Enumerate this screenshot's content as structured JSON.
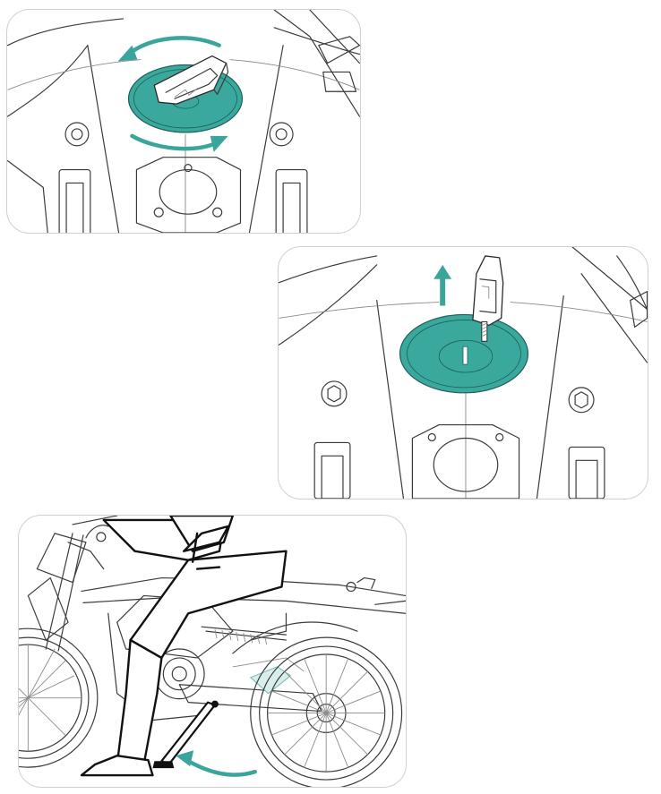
{
  "colors": {
    "accent_teal": "#3aa59a",
    "cap_teal": "#3aa89c",
    "line": "#3a3a3a",
    "panel_border": "#d0d0d0"
  },
  "panels": [
    {
      "id": "step-1",
      "depicts": "cap-rotation",
      "arrow_icon": "curved-rotate-arrows"
    },
    {
      "id": "step-2",
      "depicts": "cap-lift",
      "arrow_icon": "up-arrow"
    },
    {
      "id": "step-3",
      "depicts": "kickstand-kick",
      "arrow_icon": "curved-arrow-left"
    }
  ]
}
